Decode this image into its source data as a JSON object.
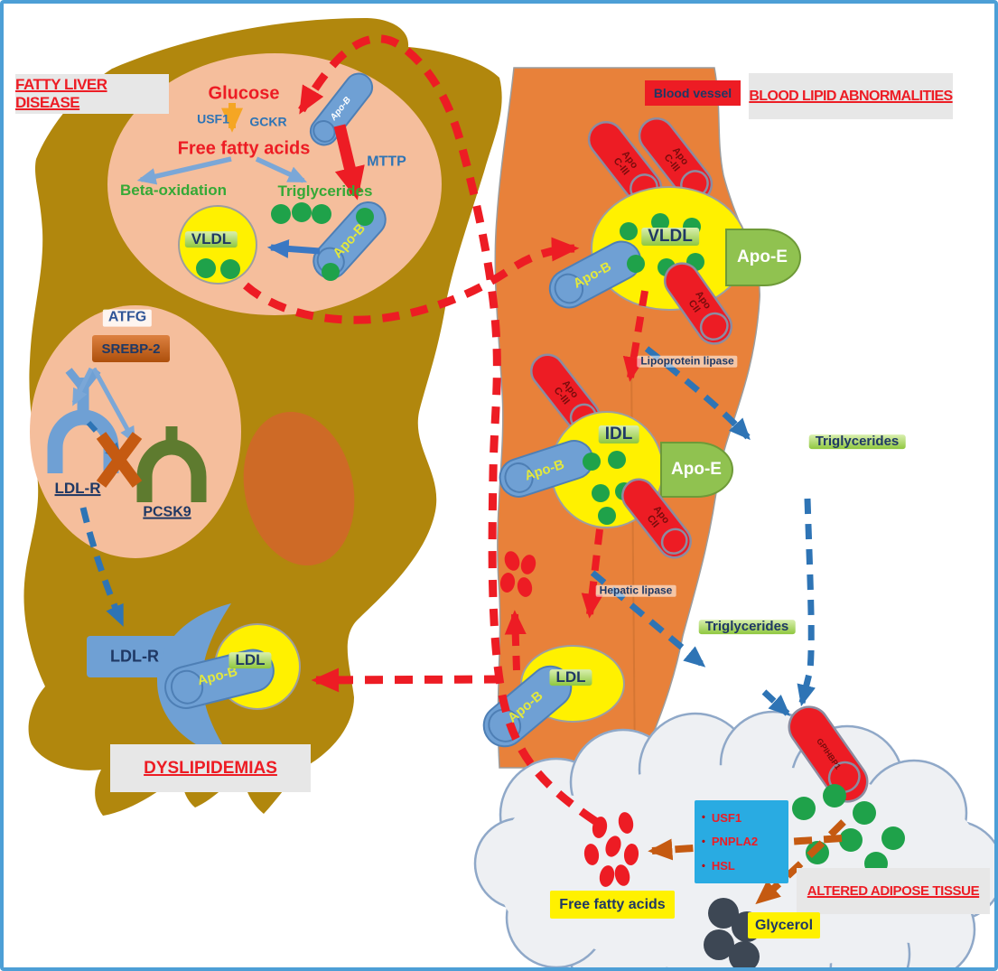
{
  "title_boxes": {
    "fatty_liver_disease": "FATTY LIVER DISEASE",
    "blood_lipid_abnormalities": "BLOOD LIPID ABNORMALITIES",
    "dyslipidemias": "DYSLIPIDEMIAS",
    "altered_adipose_tissue": "ALTERED ADIPOSE TISSUE",
    "blood_vessel": "Blood vessel"
  },
  "liver": {
    "glucose": "Glucose",
    "usf1": "USF1",
    "gckr": "GCKR",
    "free_fatty_acids": "Free fatty acids",
    "beta_oxidation": "Beta-oxidation",
    "triglycerides": "Triglycerides",
    "vldl": "VLDL",
    "apob_top": "Apo-B",
    "apob_er": "Apo-B",
    "mttp": "MTTP",
    "atfg": "ATFG",
    "srebp2": "SREBP-2",
    "ldlr": "LDL-R",
    "pcsk9": "PCSK9",
    "membrane_ldlr": "LDL-R",
    "membrane_apob": "Apo-B",
    "membrane_ldl": "LDL"
  },
  "vessel": {
    "vldl": "VLDL",
    "idl": "IDL",
    "ldl": "LDL",
    "apob_vldl": "Apo-B",
    "apob_idl": "Apo-B",
    "apob_ldl": "Apo-B",
    "apoe_vldl": "Apo-E",
    "apoe_idl": "Apo-E",
    "apo_ciii_1": "Apo\nC-III",
    "apo_ciii_2": "Apo\nC-III",
    "apo_ciii_idl": "Apo\nC-III",
    "apo_cii_vldl": "Apo\nCII",
    "apo_cii_idl": "Apo\nCII",
    "lipoprotein_lipase": "Lipoprotein lipase",
    "hepatic_lipase": "Hepatic lipase",
    "triglycerides_upper": "Triglycerides",
    "triglycerides_lower": "Triglycerides"
  },
  "adipose": {
    "gpihbp1": "GPIHBP1",
    "bullet": "•",
    "genes": [
      "USF1",
      "PNPLA2",
      "HSL"
    ],
    "free_fatty_acids": "Free fatty acids",
    "glycerol": "Glycerol"
  },
  "colors": {
    "red_accent": "#ED1C24",
    "navy_text": "#1F3864",
    "blue_text": "#2E74B5",
    "green_text": "#35A936",
    "liver": "#B1870D",
    "hepatocyte": "#F5BE9C",
    "vessel_orange": "#E8813A",
    "particle_yellow": "#FFF100",
    "dot_green": "#1FA24A",
    "capsule_blue": "#6FA0D4",
    "apoe_green": "#90C250",
    "cyan_panel": "#29ABE2",
    "brown_arrow": "#C55A11",
    "frame_blue": "#4D9FD6"
  }
}
